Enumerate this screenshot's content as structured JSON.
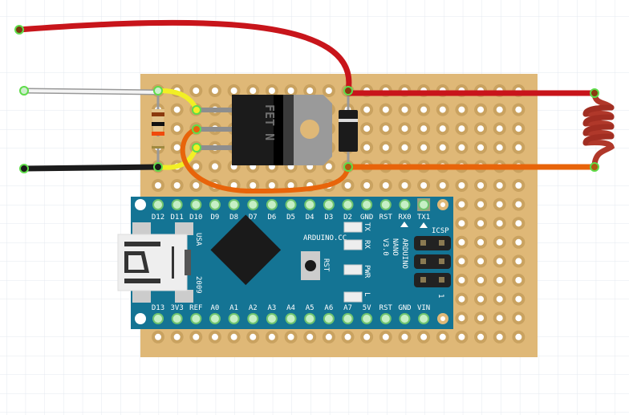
{
  "arduino": {
    "brand": "ARDUINO.CC",
    "model_lines": [
      "ARDUINO",
      "NANO",
      "V3.0"
    ],
    "country": "USA",
    "year": "2009",
    "reset_label": "RST",
    "icsp_label": "ICSP",
    "icsp_pin1_mark": "1",
    "led_labels": [
      "TX",
      "RX",
      "PWR",
      "L"
    ],
    "top_pins": [
      "D12",
      "D11",
      "D10",
      "D9",
      "D8",
      "D7",
      "D6",
      "D5",
      "D4",
      "D3",
      "D2",
      "GND",
      "RST",
      "RX0",
      "TX1"
    ],
    "bottom_pins": [
      "D13",
      "3V3",
      "REF",
      "A0",
      "A1",
      "A2",
      "A3",
      "A4",
      "A5",
      "A6",
      "A7",
      "5V",
      "RST",
      "GND",
      "VIN"
    ],
    "color": "#147494"
  },
  "mosfet": {
    "label": "FET N"
  },
  "colors": {
    "board": "#dfb877",
    "wire_red": "#c8151b",
    "wire_orange": "#e8640a",
    "wire_yellow": "#f2ef25",
    "wire_black": "#1b1b1b",
    "wire_white": "#f4f4f4",
    "coil": "#b0382a"
  }
}
